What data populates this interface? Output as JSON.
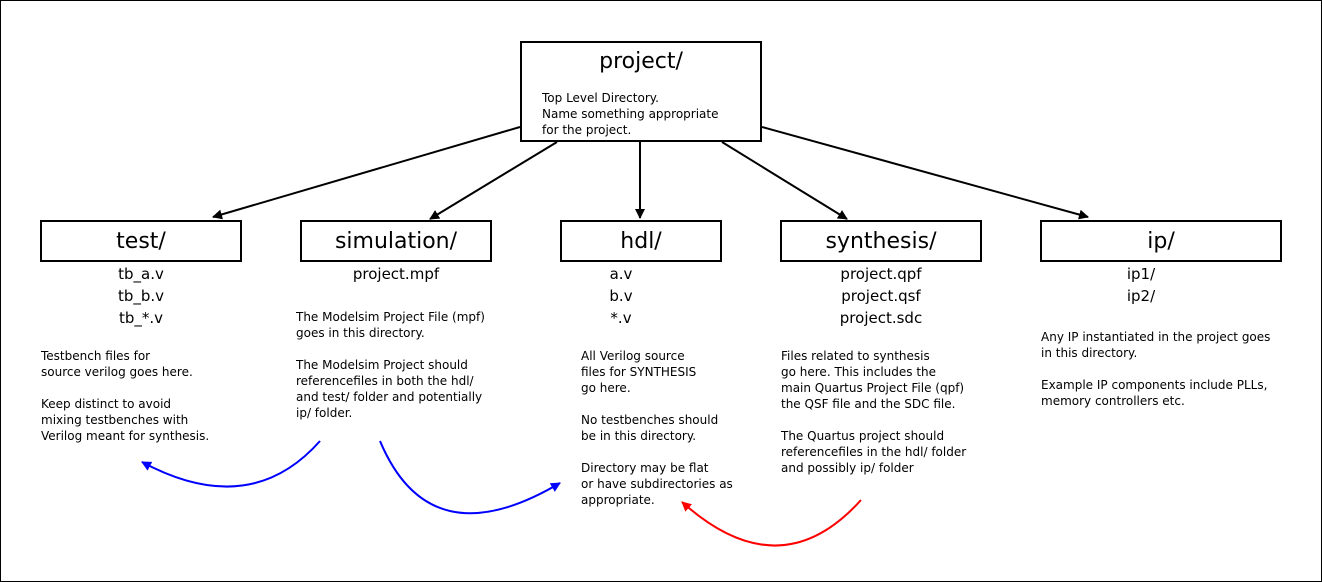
{
  "colors": {
    "arrow": "#000000",
    "blue_arrow": "#0000ff",
    "red_arrow": "#ff0000"
  },
  "root": {
    "title": "project/",
    "desc": [
      "Top Level Directory.",
      "Name something appropriate",
      "for the project."
    ]
  },
  "nodes": {
    "test": {
      "title": "test/",
      "files": [
        "tb_a.v",
        "tb_b.v",
        "tb_*.v"
      ],
      "desc_p1": [
        "Testbench files for",
        "source verilog goes here."
      ],
      "desc_p2": [
        "Keep distinct to avoid",
        "mixing testbenches with",
        "Verilog meant for synthesis."
      ]
    },
    "simulation": {
      "title": "simulation/",
      "files": [
        "project.mpf"
      ],
      "desc_p1": [
        "The Modelsim Project File (mpf)",
        "goes in this directory."
      ],
      "desc_p2": [
        "The Modelsim Project should",
        "referencefiles in both the hdl/",
        "and test/ folder and potentially",
        "ip/ folder."
      ]
    },
    "hdl": {
      "title": "hdl/",
      "files": [
        "a.v",
        "b.v",
        "*.v"
      ],
      "desc_p1": [
        "All Verilog source",
        "files for SYNTHESIS",
        "go here."
      ],
      "desc_p2": [
        "No testbenches should",
        "be in this directory."
      ],
      "desc_p3": [
        "Directory may be flat",
        "or have subdirectories as",
        "appropriate."
      ]
    },
    "synthesis": {
      "title": "synthesis/",
      "files": [
        "project.qpf",
        "project.qsf",
        "project.sdc"
      ],
      "desc_p1": [
        "Files related to synthesis",
        "go here. This includes the",
        "main Quartus Project File (qpf)",
        "the QSF file and the SDC file."
      ],
      "desc_p2": [
        "The Quartus project should",
        "referencefiles in the hdl/ folder",
        "and possibly ip/ folder"
      ]
    },
    "ip": {
      "title": "ip/",
      "files": [
        "ip1/",
        "ip2/"
      ],
      "desc_p1": [
        "Any IP instantiated in the project goes",
        "in this directory."
      ],
      "desc_p2": [
        "Example IP components include PLLs,",
        "memory controllers etc."
      ]
    }
  }
}
